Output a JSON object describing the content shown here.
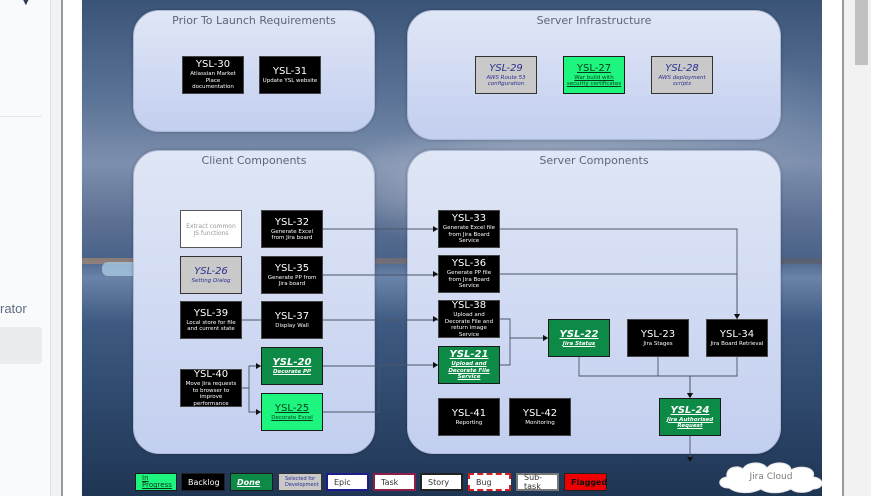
{
  "left_panel": {
    "chevron_icon": "chevron-down-icon",
    "partial_item_label": "rator"
  },
  "diagram": {
    "groups": [
      {
        "id": "prior",
        "title": "Prior To Launch Requirements"
      },
      {
        "id": "infra",
        "title": "Server Infrastructure"
      },
      {
        "id": "client",
        "title": "Client Components"
      },
      {
        "id": "server",
        "title": "Server Components"
      }
    ],
    "cards": [
      {
        "id": "c30",
        "key": "YSL-30",
        "summary": "Atlassian Market Place documentation",
        "status": "backlog",
        "group": "prior"
      },
      {
        "id": "c31",
        "key": "YSL-31",
        "summary": "Update YSL website",
        "status": "backlog",
        "group": "prior"
      },
      {
        "id": "c29",
        "key": "YSL-29",
        "summary": "AWS Route 53 configuration",
        "status": "selected",
        "group": "infra"
      },
      {
        "id": "c27",
        "key": "YSL-27",
        "summary": "War build with security certificates",
        "status": "in-progress",
        "group": "infra"
      },
      {
        "id": "c28",
        "key": "YSL-28",
        "summary": "AWS deployment scripts",
        "status": "selected",
        "group": "infra"
      },
      {
        "id": "cx",
        "key": "",
        "summary": "Extract common JS functions",
        "status": "white",
        "group": "client"
      },
      {
        "id": "c32",
        "key": "YSL-32",
        "summary": "Generate Excel from Jira board",
        "status": "backlog",
        "group": "client"
      },
      {
        "id": "c26",
        "key": "YSL-26",
        "summary": "Setting Dialog",
        "status": "selected",
        "group": "client"
      },
      {
        "id": "c35",
        "key": "YSL-35",
        "summary": "Generate PP from Jira board",
        "status": "backlog",
        "group": "client"
      },
      {
        "id": "c39",
        "key": "YSL-39",
        "summary": "Local store for file and current state",
        "status": "backlog",
        "group": "client"
      },
      {
        "id": "c37",
        "key": "YSL-37",
        "summary": "Display Wall",
        "status": "backlog",
        "group": "client"
      },
      {
        "id": "c40",
        "key": "YSL-40",
        "summary": "Move Jira requests to browser to improve performance",
        "status": "backlog",
        "group": "client"
      },
      {
        "id": "c20",
        "key": "YSL-20",
        "summary": "Decorate PP",
        "status": "done",
        "group": "client"
      },
      {
        "id": "c25",
        "key": "YSL-25",
        "summary": "Decorate Excel",
        "status": "in-progress",
        "group": "client"
      },
      {
        "id": "c33",
        "key": "YSL-33",
        "summary": "Generate Excel file from Jira Board Service",
        "status": "backlog",
        "group": "server"
      },
      {
        "id": "c36",
        "key": "YSL-36",
        "summary": "Generate PP file from Jira Board Service",
        "status": "backlog",
        "group": "server"
      },
      {
        "id": "c38",
        "key": "YSL-38",
        "summary": "Upload and Decorate File and return image Service",
        "status": "backlog",
        "group": "server"
      },
      {
        "id": "c21",
        "key": "YSL-21",
        "summary": "Upload and Decorate File Service",
        "status": "done",
        "group": "server"
      },
      {
        "id": "c22",
        "key": "YSL-22",
        "summary": "Jira Status",
        "status": "done",
        "group": "server"
      },
      {
        "id": "c23",
        "key": "YSL-23",
        "summary": "Jira Stages",
        "status": "backlog",
        "group": "server"
      },
      {
        "id": "c34",
        "key": "YSL-34",
        "summary": "Jira Board Retrieval",
        "status": "backlog",
        "group": "server"
      },
      {
        "id": "c41",
        "key": "YSL-41",
        "summary": "Reporting",
        "status": "backlog",
        "group": "server"
      },
      {
        "id": "c42",
        "key": "YSL-42",
        "summary": "Monitoring",
        "status": "backlog",
        "group": "server"
      },
      {
        "id": "c24",
        "key": "YSL-24",
        "summary": "Jira Authorised Request",
        "status": "done",
        "group": "server"
      }
    ],
    "connections": [
      [
        "c32",
        "c33"
      ],
      [
        "c35",
        "c36"
      ],
      [
        "c37",
        "c38"
      ],
      [
        "c39",
        "c37"
      ],
      [
        "c40",
        "c20"
      ],
      [
        "c40",
        "c25"
      ],
      [
        "c20",
        "c21"
      ],
      [
        "c25",
        "c21"
      ],
      [
        "c38",
        "c22"
      ],
      [
        "c21",
        "c22"
      ],
      [
        "c33",
        "c34"
      ],
      [
        "c36",
        "c34"
      ],
      [
        "c22",
        "c24"
      ],
      [
        "c23",
        "c24"
      ],
      [
        "c34",
        "c24"
      ],
      [
        "c24",
        "cloud"
      ]
    ],
    "cloud_label": "Jira Cloud"
  },
  "legend": [
    {
      "label": "In Progress",
      "style": "in-progress"
    },
    {
      "label": "Backlog",
      "style": "backlog"
    },
    {
      "label": "Done",
      "style": "done"
    },
    {
      "label": "Selected for Development",
      "style": "selected"
    },
    {
      "label": "Epic",
      "style": "epic"
    },
    {
      "label": "Task",
      "style": "task"
    },
    {
      "label": "Story",
      "style": "story"
    },
    {
      "label": "Bug",
      "style": "bug"
    },
    {
      "label": "Sub-task",
      "style": "subtask"
    },
    {
      "label": "Flagged",
      "style": "flagged"
    }
  ],
  "colors": {
    "in_progress": "#1df57e",
    "done": "#0d8a45",
    "backlog": "#000000",
    "selected": "#c9c9c9",
    "epic_border": "#1c1c8c",
    "task_border": "#8a1f4a",
    "bug_border": "#d42020",
    "flagged": "#ee0000"
  }
}
